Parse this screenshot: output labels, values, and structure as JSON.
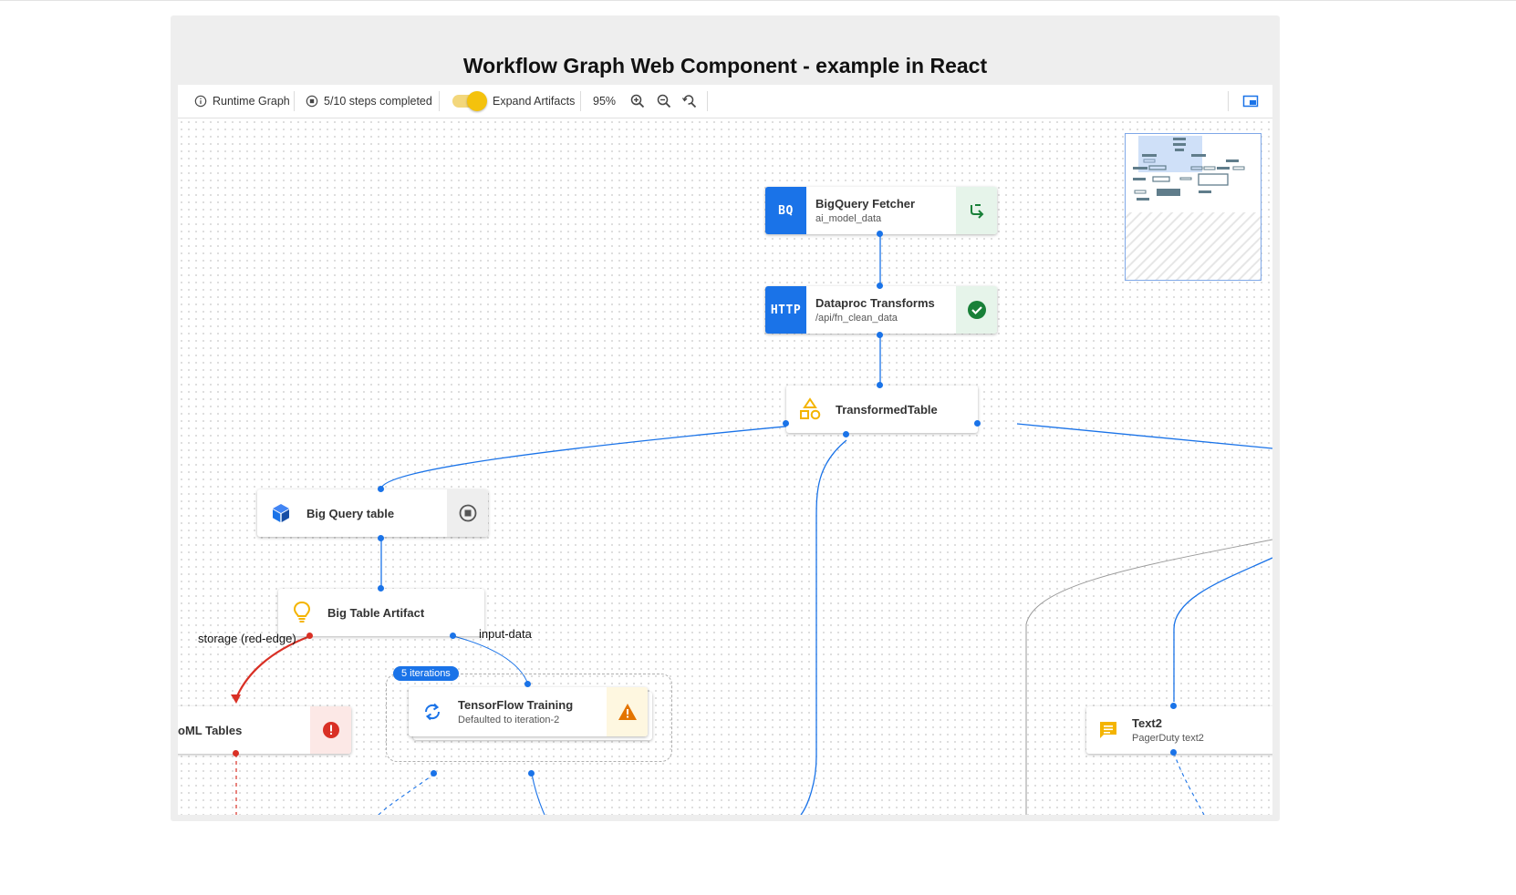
{
  "page": {
    "title": "Workflow Graph Web Component - example in React"
  },
  "toolbar": {
    "runtime_graph": "Runtime Graph",
    "steps_completed": "5/10 steps completed",
    "expand_artifacts": "Expand Artifacts",
    "expand_artifacts_on": true,
    "zoom": "95%"
  },
  "colors": {
    "accent": "#1a73e8",
    "warning": "#f4c20d",
    "error": "#d93025",
    "success": "#188038"
  },
  "nodes": {
    "bigquery_fetcher": {
      "badge": "BQ",
      "title": "BigQuery Fetcher",
      "subtitle": "ai_model_data",
      "status_icon": "retry-arrow-icon"
    },
    "dataproc": {
      "badge": "HTTP",
      "title": "Dataproc Transforms",
      "subtitle": "/api/fn_clean_data",
      "status_icon": "check-circle-icon"
    },
    "transformed_table": {
      "title": "TransformedTable",
      "icon": "shapes-icon"
    },
    "big_query_table": {
      "title": "Big Query table",
      "icon": "cube-icon",
      "status_icon": "stop-icon"
    },
    "big_table_artifact": {
      "title": "Big Table Artifact",
      "icon": "lightbulb-icon"
    },
    "automl_tables": {
      "title": "oML Tables",
      "status_icon": "error-icon"
    },
    "tensorflow": {
      "title": "TensorFlow Training",
      "subtitle": "Defaulted to iteration-2",
      "icon": "loop-icon",
      "status_icon": "warning-icon"
    },
    "text2": {
      "title": "Text2",
      "subtitle": "PagerDuty text2",
      "icon": "message-icon"
    }
  },
  "edges": {
    "storage_label": "storage (red-edge)",
    "input_label": "input-data"
  },
  "iterations_badge": "5 iterations"
}
